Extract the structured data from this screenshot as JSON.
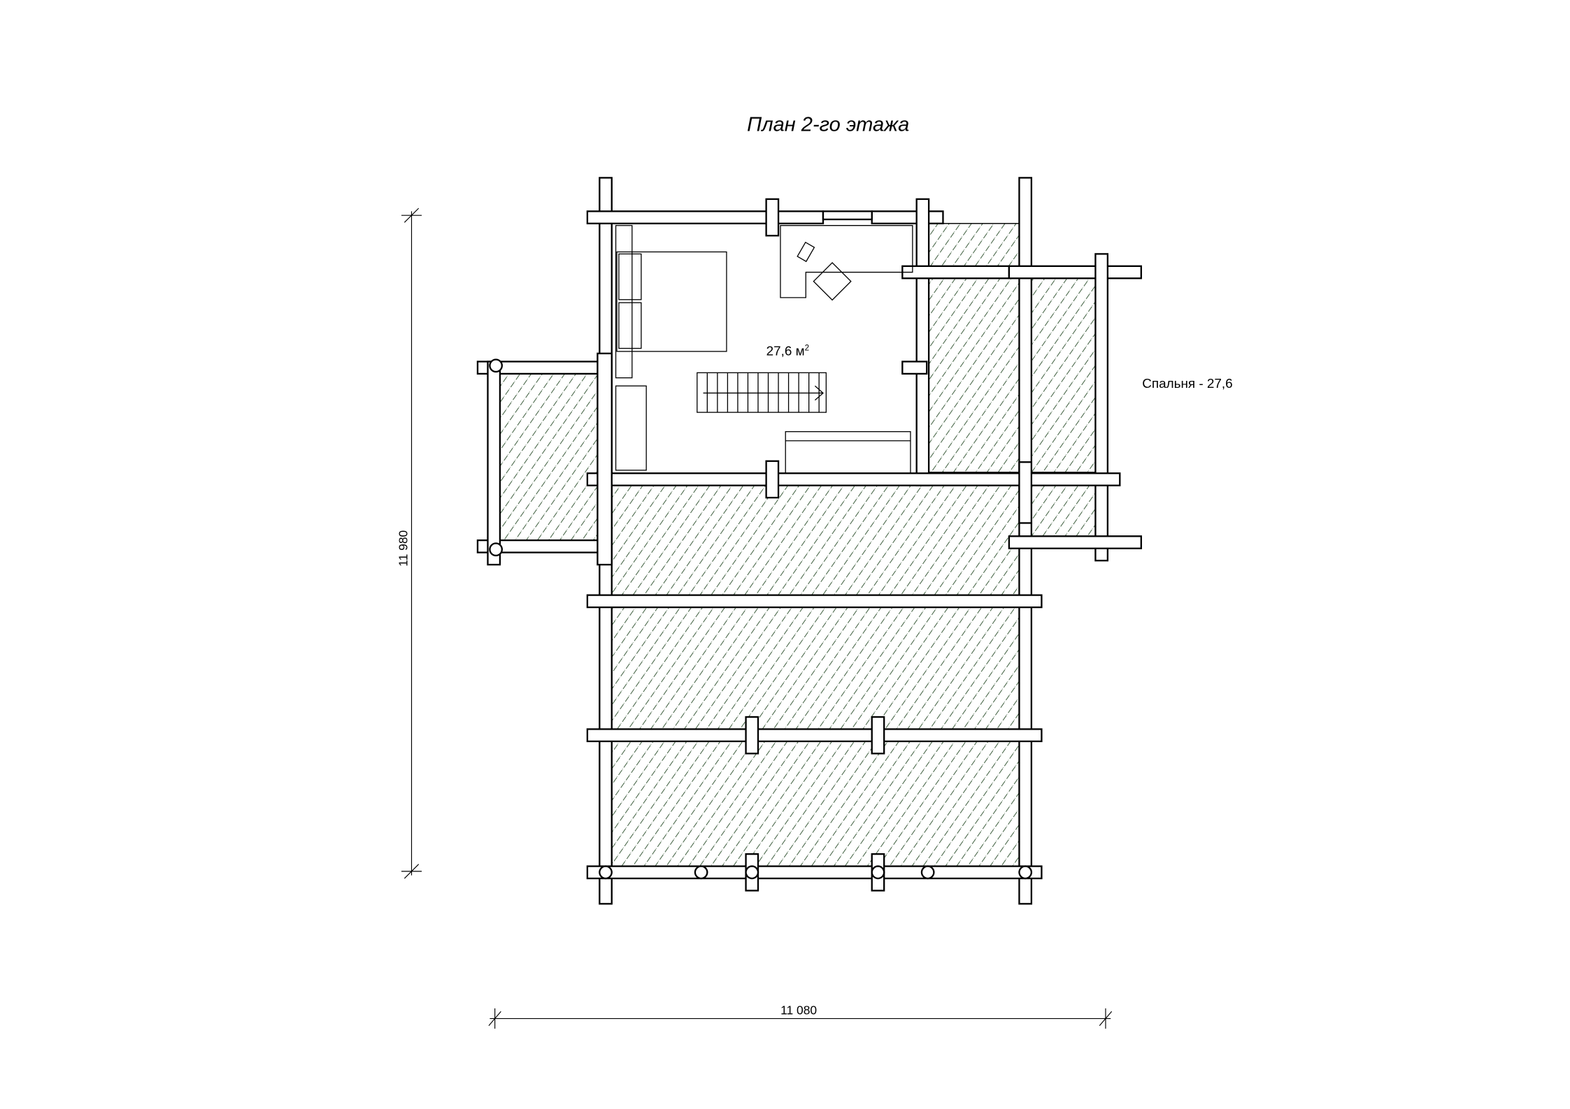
{
  "title": "План 2-го этажа",
  "room_area": "27,6 м",
  "room_area_sup": "2",
  "legend_label": "Спальня - 27,6",
  "dimensions": {
    "vertical": "11 980",
    "horizontal": "11 080"
  },
  "colors": {
    "hatch": "#3f5f3f",
    "lines": "#000000"
  }
}
